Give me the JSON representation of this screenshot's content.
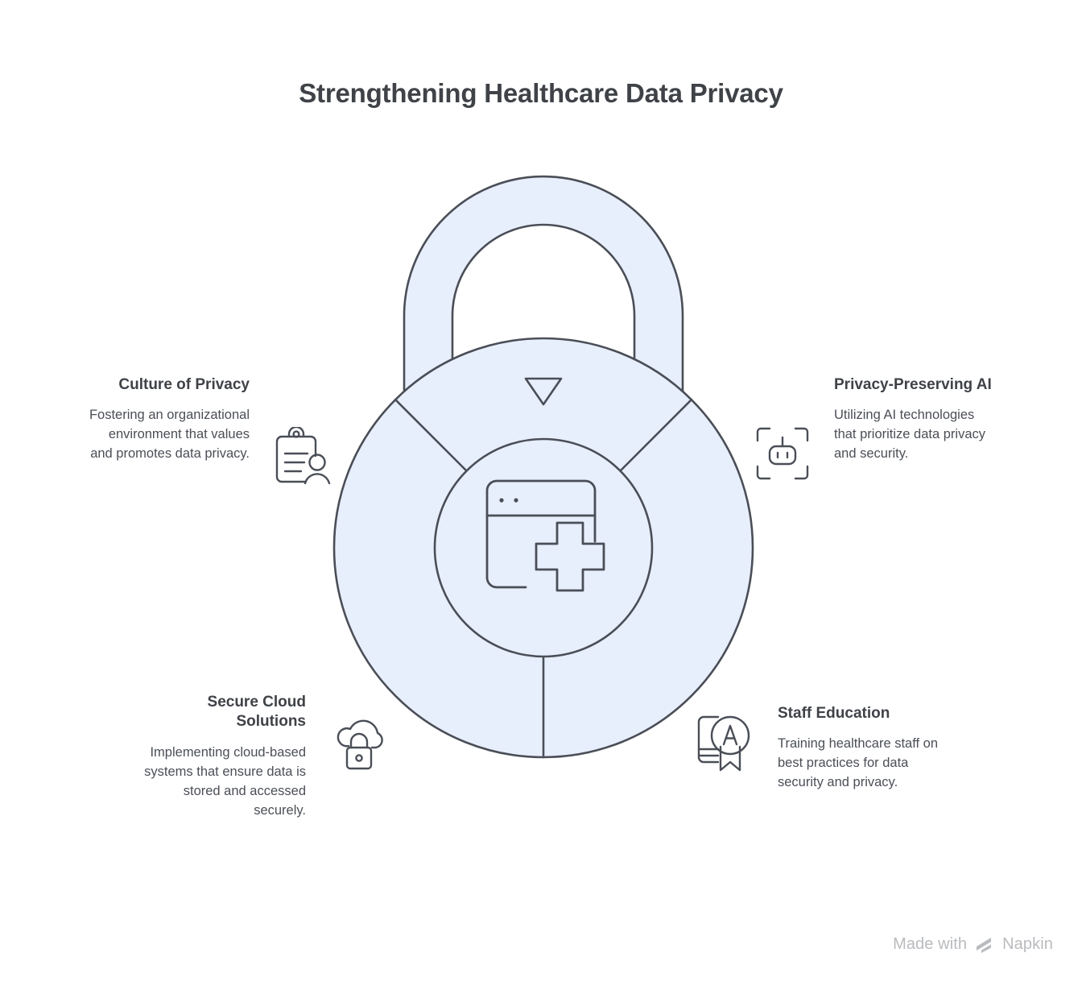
{
  "title": "Strengthening Healthcare Data Privacy",
  "theme": {
    "fill_light": "#e8effc",
    "stroke": "#4a4e57",
    "title_color": "#3f4247",
    "body_color": "#4b4f56",
    "watermark_color": "#b9bbbe",
    "background": "#ffffff"
  },
  "center": {
    "icon": "browser-window-medical-cross-icon",
    "shape": "padlock",
    "segments": 4,
    "marker_icon": "triangle-down-marker-icon"
  },
  "nodes": [
    {
      "id": "culture-of-privacy",
      "title": "Culture of Privacy",
      "description": "Fostering an organizational environment that values and promotes data privacy.",
      "icon": "clipboard-person-icon",
      "position": "top-left"
    },
    {
      "id": "privacy-preserving-ai",
      "title": "Privacy-Preserving AI",
      "description": "Utilizing AI technologies that prioritize data privacy and security.",
      "icon": "robot-scan-frame-icon",
      "position": "top-right"
    },
    {
      "id": "secure-cloud-solutions",
      "title": "Secure Cloud Solutions",
      "description": "Implementing cloud-based systems that ensure data is stored and accessed securely.",
      "icon": "cloud-lock-icon",
      "position": "bottom-left"
    },
    {
      "id": "staff-education",
      "title": "Staff Education",
      "description": "Training healthcare staff on best practices for data security and privacy.",
      "icon": "certificate-award-a-icon",
      "position": "bottom-right"
    }
  ],
  "watermark": {
    "prefix": "Made with",
    "brand": "Napkin",
    "logo_icon": "napkin-logo-icon"
  }
}
